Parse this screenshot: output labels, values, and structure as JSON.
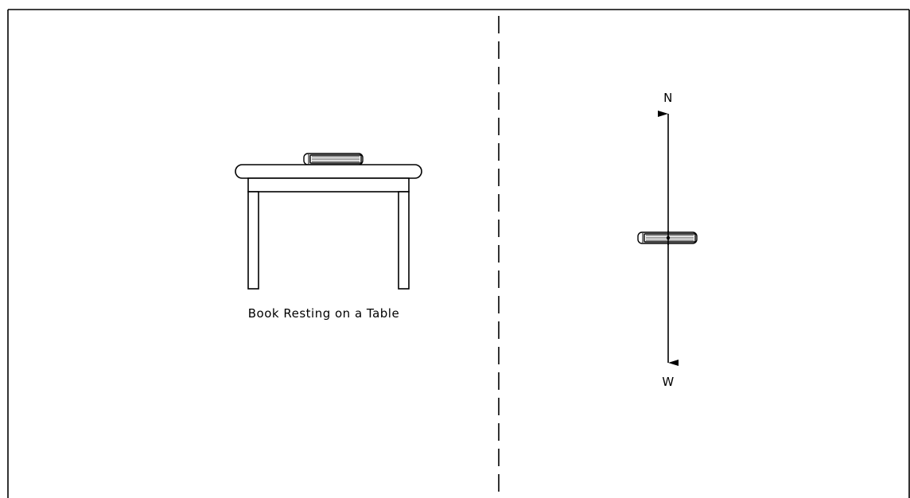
{
  "diagram": {
    "caption": "Book Resting on a Table",
    "free_body": {
      "up_label": "N",
      "down_label": "W"
    }
  },
  "colors": {
    "stroke": "#000000",
    "background": "#ffffff"
  }
}
